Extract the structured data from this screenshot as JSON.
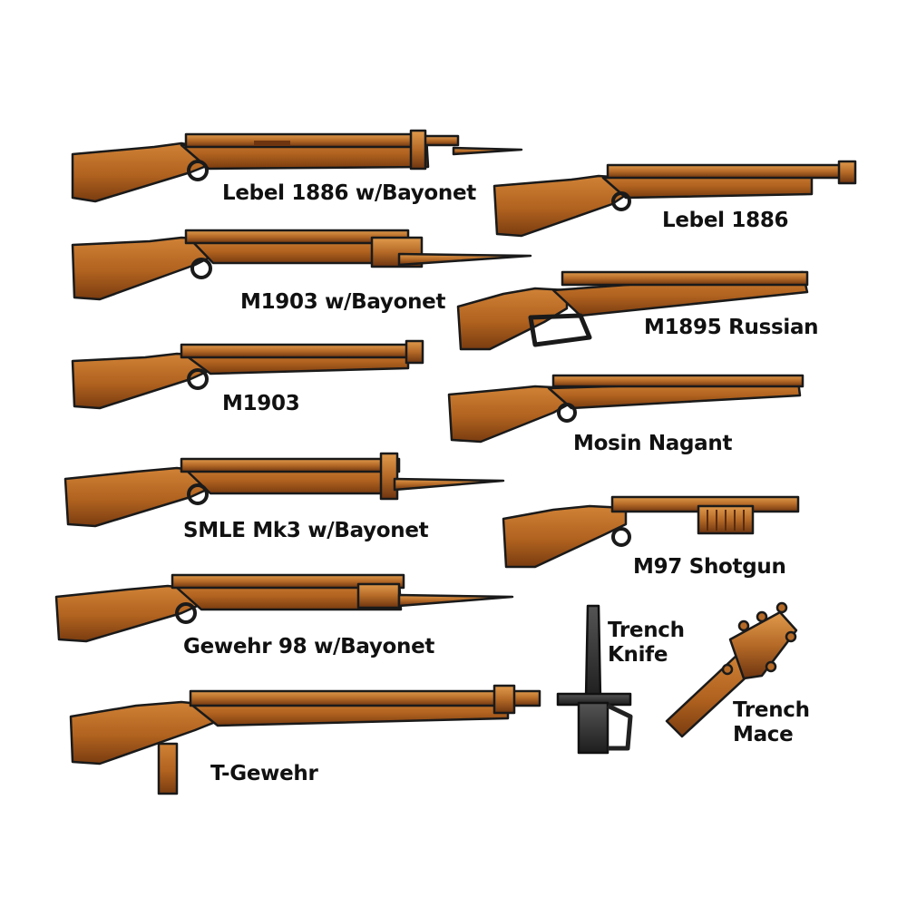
{
  "palette": {
    "brown_fill": "#b0621f",
    "brown_light": "#d58a3c",
    "brown_dark": "#5a2c0c",
    "black_fill": "#2a2a2a",
    "outline": "#1a1a1a"
  },
  "items": [
    {
      "id": "lebel-1886-bayonet",
      "label": "Lebel 1886 w/Bayonet",
      "icon": "rifle-with-bayonet-icon"
    },
    {
      "id": "lebel-1886",
      "label": "Lebel 1886",
      "icon": "rifle-icon"
    },
    {
      "id": "m1903-bayonet",
      "label": "M1903 w/Bayonet",
      "icon": "rifle-with-bayonet-icon"
    },
    {
      "id": "m1895-russian",
      "label": "M1895 Russian",
      "icon": "lever-action-rifle-icon"
    },
    {
      "id": "m1903",
      "label": "M1903",
      "icon": "rifle-icon"
    },
    {
      "id": "mosin-nagant",
      "label": "Mosin Nagant",
      "icon": "rifle-icon"
    },
    {
      "id": "smle-mk3-bayonet",
      "label": "SMLE Mk3 w/Bayonet",
      "icon": "rifle-with-bayonet-icon"
    },
    {
      "id": "m97-shotgun",
      "label": "M97 Shotgun",
      "icon": "pump-shotgun-icon"
    },
    {
      "id": "gewehr-98-bayonet",
      "label": "Gewehr 98 w/Bayonet",
      "icon": "rifle-with-bayonet-icon"
    },
    {
      "id": "trench-knife",
      "label": "Trench\nKnife",
      "icon": "trench-knife-icon"
    },
    {
      "id": "trench-mace",
      "label": "Trench\nMace",
      "icon": "spiked-mace-icon"
    },
    {
      "id": "t-gewehr",
      "label": "T-Gewehr",
      "icon": "anti-tank-rifle-icon"
    }
  ]
}
